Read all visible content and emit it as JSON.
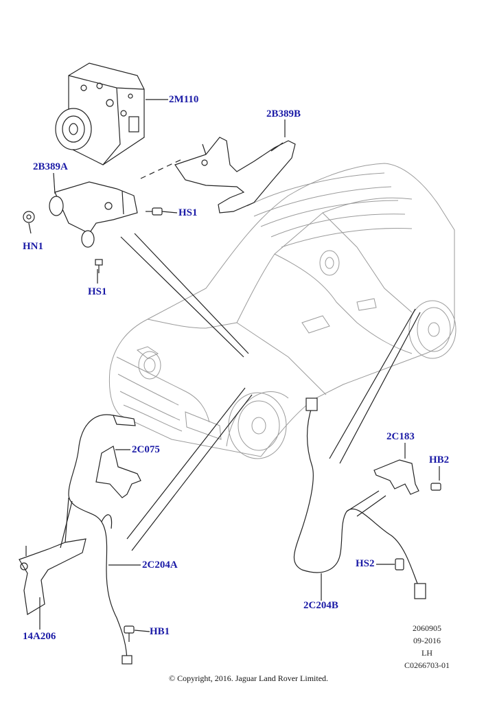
{
  "callouts": {
    "c2M110": "2M110",
    "c2B389B": "2B389B",
    "c2B389A": "2B389A",
    "hs1_right": "HS1",
    "hn1": "HN1",
    "hs1_bottom": "HS1",
    "c2C075": "2C075",
    "c2C183": "2C183",
    "hb2": "HB2",
    "hs2": "HS2",
    "c2C204A": "2C204A",
    "c2C204B": "2C204B",
    "c14A206": "14A206",
    "hb1": "HB1"
  },
  "meta": {
    "line1": "2060905",
    "line2": "09-2016",
    "line3": "LH",
    "line4": "C0266703-01"
  },
  "copyright": "© Copyright, 2016. Jaguar Land Rover Limited.",
  "colors": {
    "callout": "#1a1aa6",
    "linework": "#222222",
    "car": "#9a9a9a"
  }
}
